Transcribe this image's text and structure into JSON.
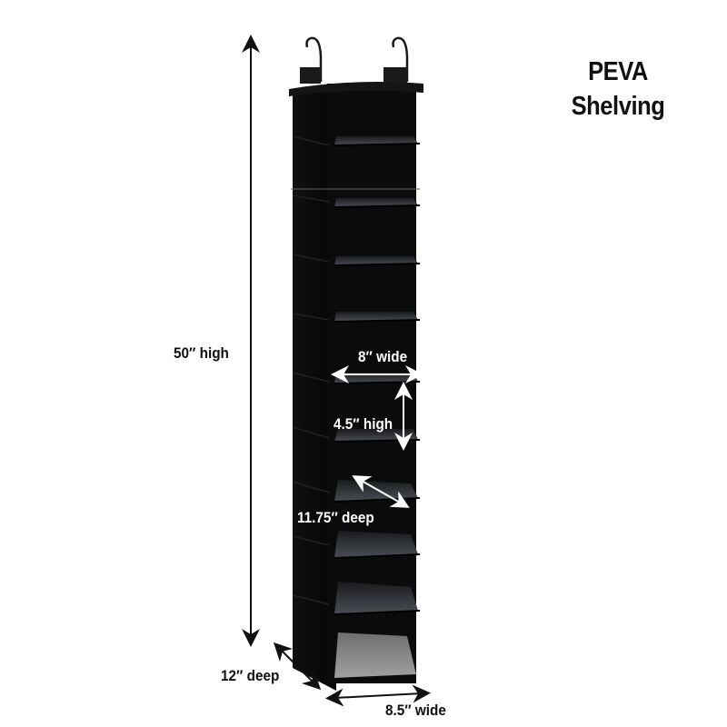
{
  "title": {
    "line1": "PEVA",
    "line2": "Shelving"
  },
  "dimensions": {
    "overall_height": "50″ high",
    "overall_depth": "12″ deep",
    "overall_width": "8.5″ wide",
    "shelf_width": "8″ wide",
    "shelf_height": "4.5″ high",
    "shelf_depth": "11.75″ deep"
  },
  "product": {
    "description": "Black hanging closet organizer with 10 shelves and 2 hooks",
    "shelf_count": 10,
    "hook_count": 2,
    "colors": {
      "fabric": "#0c0c0c",
      "shelf_floor": "#3a3d42",
      "bottom_floor": "#8a8a8a",
      "arrow_dark": "#111111",
      "arrow_light": "#ffffff"
    }
  }
}
